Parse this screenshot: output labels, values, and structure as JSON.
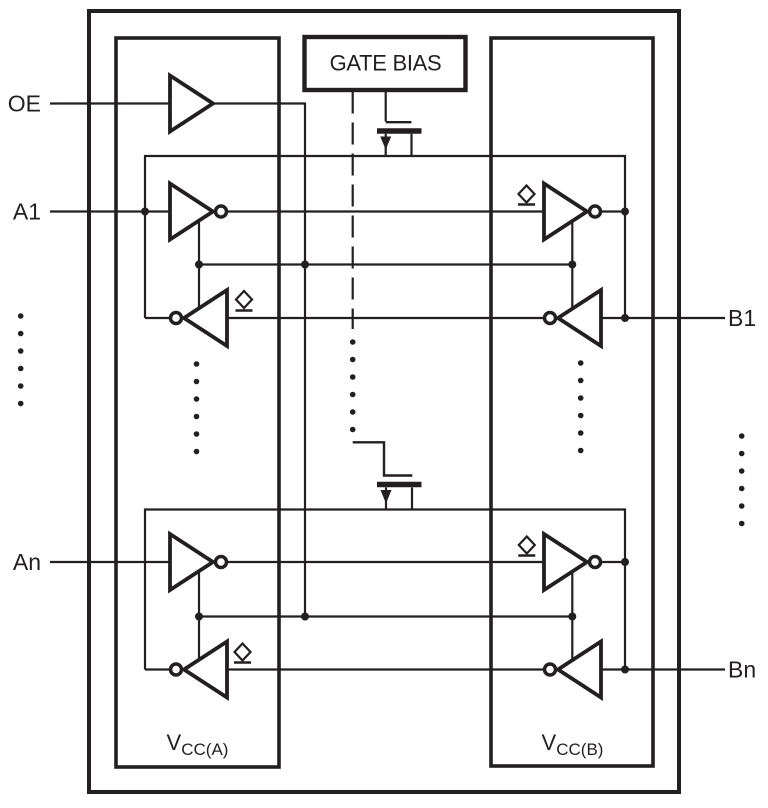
{
  "figure": {
    "kind": "functional-block-diagram",
    "colors": {
      "line": "#231f20",
      "background": "#ffffff"
    }
  },
  "labels": {
    "oe": "OE",
    "a1": "A1",
    "an": "An",
    "b1": "B1",
    "bn": "Bn",
    "gate_bias": "GATE BIAS",
    "vcc_a": {
      "main": "V",
      "sub": "CC(A)"
    },
    "vcc_b": {
      "main": "V",
      "sub": "CC(B)"
    }
  },
  "icons": [
    "oe-buffer-icon",
    "forward-buffer-icon",
    "reverse-buffer-icon",
    "inverter-bubble-icon",
    "open-drain-diamond-icon",
    "pass-fet-icon",
    "junction-dot",
    "continuation-dots"
  ]
}
